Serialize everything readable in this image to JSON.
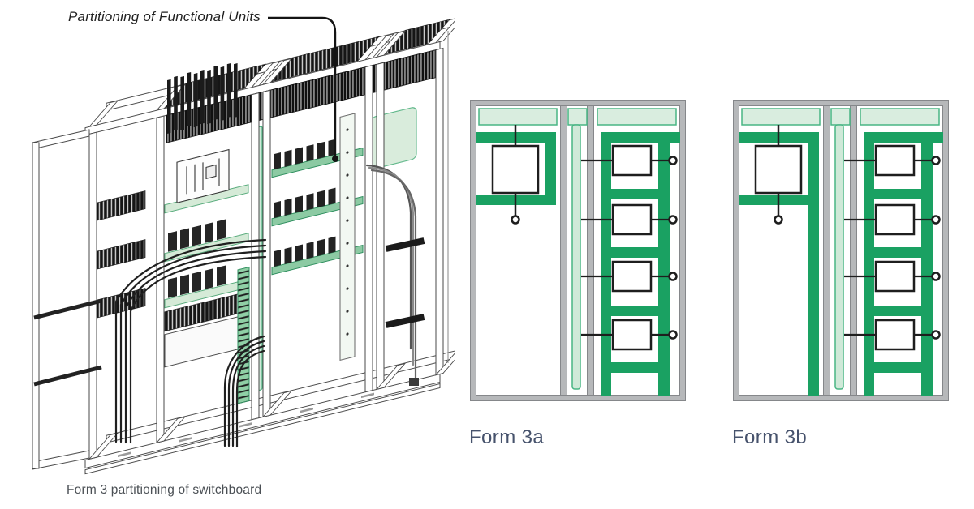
{
  "figure": {
    "callout_label": "Partitioning of Functional Units",
    "caption": "Form 3 partitioning of switchboard"
  },
  "forms": [
    {
      "id": "form-3a",
      "label": "Form 3a",
      "incoming_units": 1,
      "outgoing_units": 4,
      "left_partition_extends_to_bottom": false
    },
    {
      "id": "form-3b",
      "label": "Form 3b",
      "incoming_units": 1,
      "outgoing_units": 4,
      "left_partition_extends_to_bottom": true
    }
  ],
  "colors": {
    "partition_green": "#1aa162",
    "busbar_zone_fill": "#d9eddf",
    "busbar_zone_border": "#49b584",
    "cableway_fill": "#cfe9d8",
    "frame_gray": "#b6b8ba",
    "frame_gray_edge": "#85878a",
    "line_black": "#1e1e1e",
    "form_caption_color": "#46526c",
    "caption_color": "#4b5055"
  }
}
